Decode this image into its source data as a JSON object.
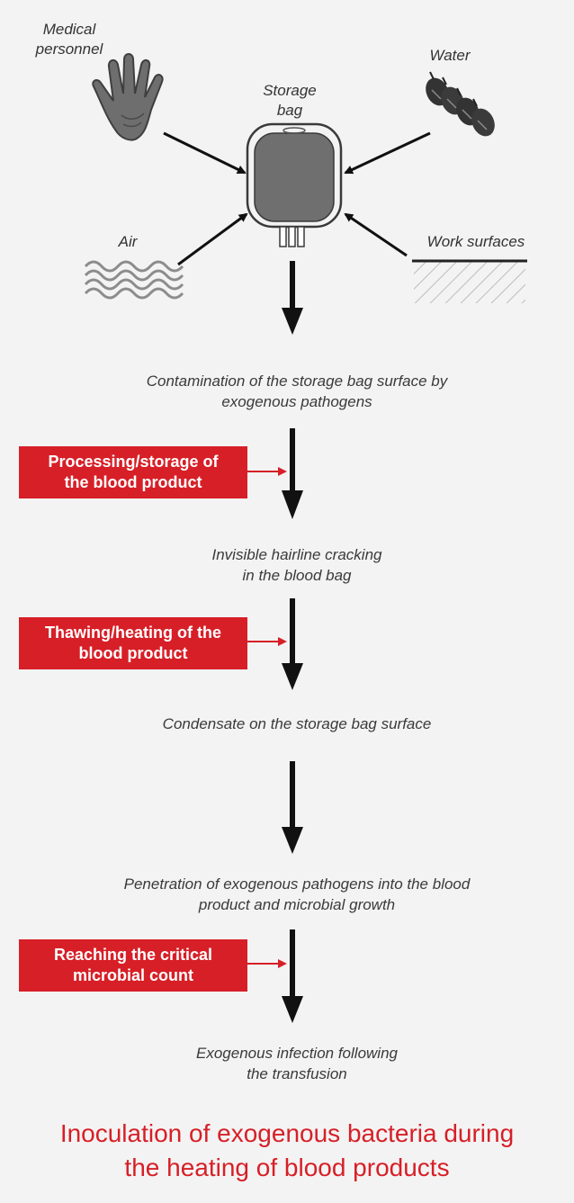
{
  "sources": {
    "medical_personnel": [
      "Medical",
      "personnel"
    ],
    "storage_bag": [
      "Storage",
      "bag"
    ],
    "water": "Water",
    "air": "Air",
    "work_surfaces": "Work surfaces"
  },
  "steps": [
    [
      "Contamination of the storage bag surface by",
      "exogenous pathogens"
    ],
    [
      "Invisible hairline cracking",
      "in the blood bag"
    ],
    [
      "Condensate on the storage bag surface"
    ],
    [
      "Penetration of exogenous pathogens into the blood",
      "product and microbial growth"
    ],
    [
      "Exogenous infection following",
      "the transfusion"
    ]
  ],
  "factors": [
    [
      "Processing/storage of",
      "the blood product"
    ],
    [
      "Thawing/heating of the",
      "blood product"
    ],
    [
      "Reaching the critical",
      "microbial count"
    ]
  ],
  "title": [
    "Inoculation of exogenous bacteria during",
    "the heating of blood products"
  ],
  "colors": {
    "accent_red": "#d71f27",
    "background": "#f3f3f3",
    "text_gray": "#333333",
    "arrow_black": "#111111"
  },
  "icons": {
    "hand": "hand-icon",
    "water_drops": "water-drops-icon",
    "air_waves": "air-waves-icon",
    "work_surface": "work-surface-icon",
    "storage_bag": "storage-bag-icon"
  }
}
